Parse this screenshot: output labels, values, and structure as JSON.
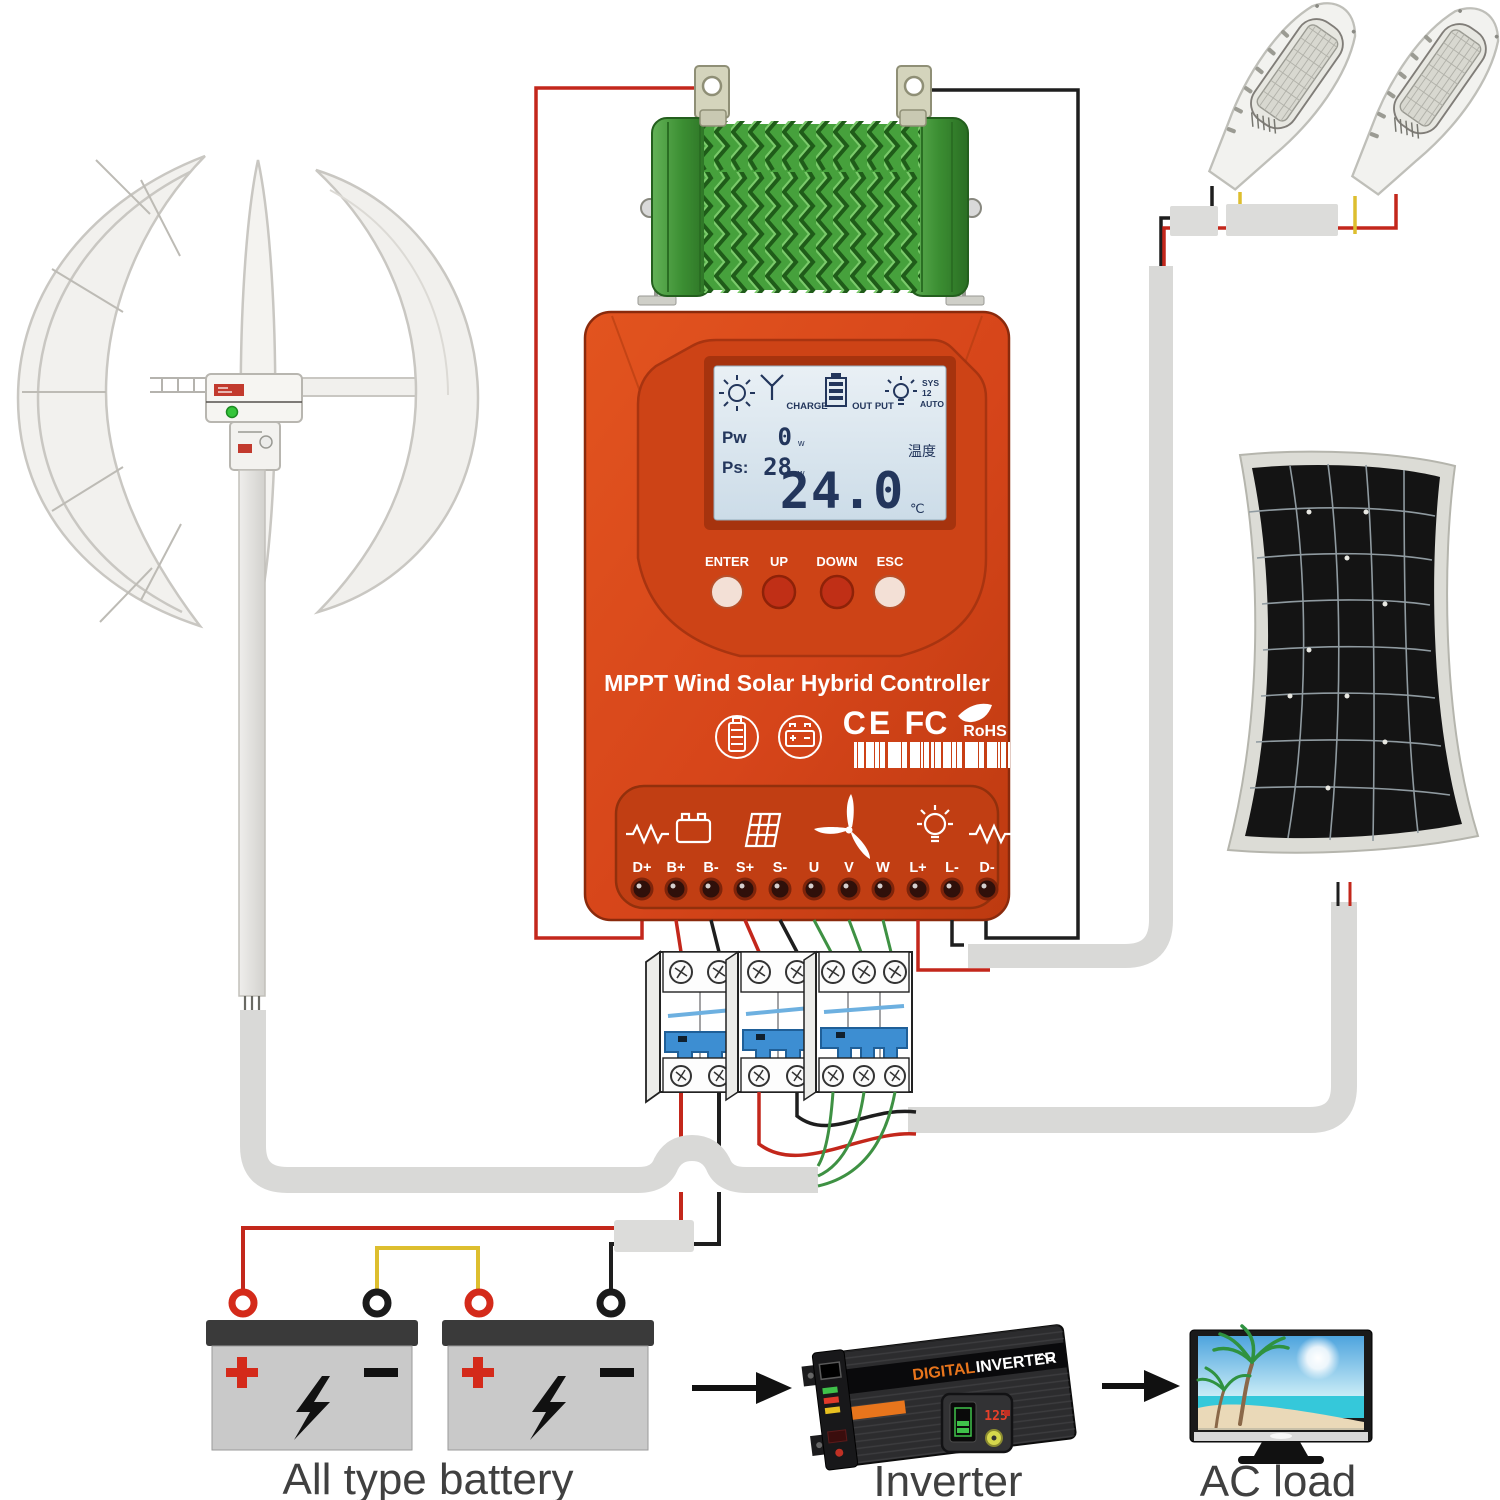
{
  "controller": {
    "title": "MPPT Wind Solar Hybrid Controller",
    "accent_color": "#d9481d",
    "lcd": {
      "charge_label": "CHARGE",
      "output_label": "OUT PUT",
      "sys_line1": "SYS",
      "sys_line2": "12",
      "sys_line3": "AUTO",
      "pw_label": "Pw",
      "pw_value": "0",
      "pw_unit": "w",
      "ps_label": "Ps:",
      "ps_value": "28",
      "ps_unit": "w",
      "temp_label": "温度",
      "temp_value": "24.0",
      "temp_unit": "℃",
      "icons": [
        "sun-icon",
        "wind-turbine-icon",
        "battery-icon",
        "bulb-icon"
      ]
    },
    "buttons": [
      "ENTER",
      "UP",
      "DOWN",
      "ESC"
    ],
    "certifications": [
      "CE",
      "FC",
      "RoHS"
    ],
    "terminals": [
      "D+",
      "B+",
      "B-",
      "S+",
      "S-",
      "U",
      "V",
      "W",
      "L+",
      "L-",
      "D-"
    ],
    "terminal_icons": [
      "resistor-icon",
      "battery-icon",
      "solar-panel-icon",
      "wind-turbine-icon",
      "bulb-icon",
      "resistor-icon"
    ]
  },
  "components": {
    "wind_turbine": "vertical-axis wind turbine",
    "dump_load": "green wirewound dump load resistor",
    "street_lights": "two LED street lights",
    "solar_panel": "flexible mono solar panel",
    "breakers": [
      "2-pole breaker (battery)",
      "2-pole breaker (solar)",
      "3-pole breaker (wind U V W)"
    ],
    "batteries": 2,
    "tv": "AC load television"
  },
  "captions": {
    "battery": "All type battery",
    "inverter": "Inverter",
    "ac_load": "AC load"
  },
  "inverter": {
    "brand_orange": "DIGITAL",
    "brand_white": "INVERTER",
    "remote_value": "125"
  },
  "wire_colors": {
    "positive": "#c3271b",
    "negative": "#1e1e1e",
    "series_jumper": "#ddbe2e",
    "three_phase": "#3e9143",
    "conduit": "#d9d9d7"
  }
}
